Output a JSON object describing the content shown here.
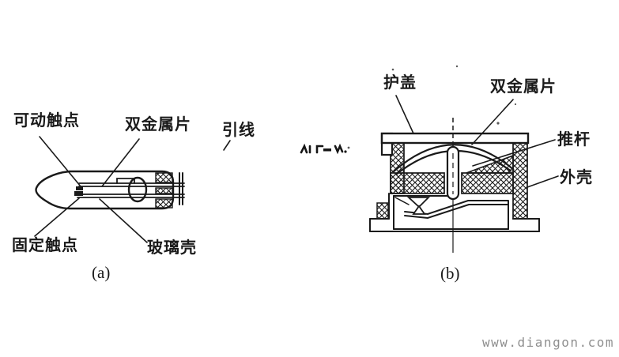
{
  "page": {
    "background": "#ffffff",
    "ink_color": "#1a1a1a",
    "watermark": "www.diangon.com",
    "watermark_color": "#8f8f8f"
  },
  "figure": {
    "type": "technical-diagram",
    "subject": "bimetal thermostat structures",
    "panel_a": {
      "caption": "(a)",
      "labels": {
        "movable_contact": "可动触点",
        "bimetal_strip": "双金属片",
        "lead_wire": "引线",
        "fixed_contact": "固定触点",
        "glass_shell": "玻璃壳"
      }
    },
    "panel_b": {
      "caption": "(b)",
      "labels": {
        "protective_cover": "护盖",
        "bimetal_strip": "双金属片",
        "push_rod": "推杆",
        "outer_shell": "外壳"
      }
    }
  }
}
